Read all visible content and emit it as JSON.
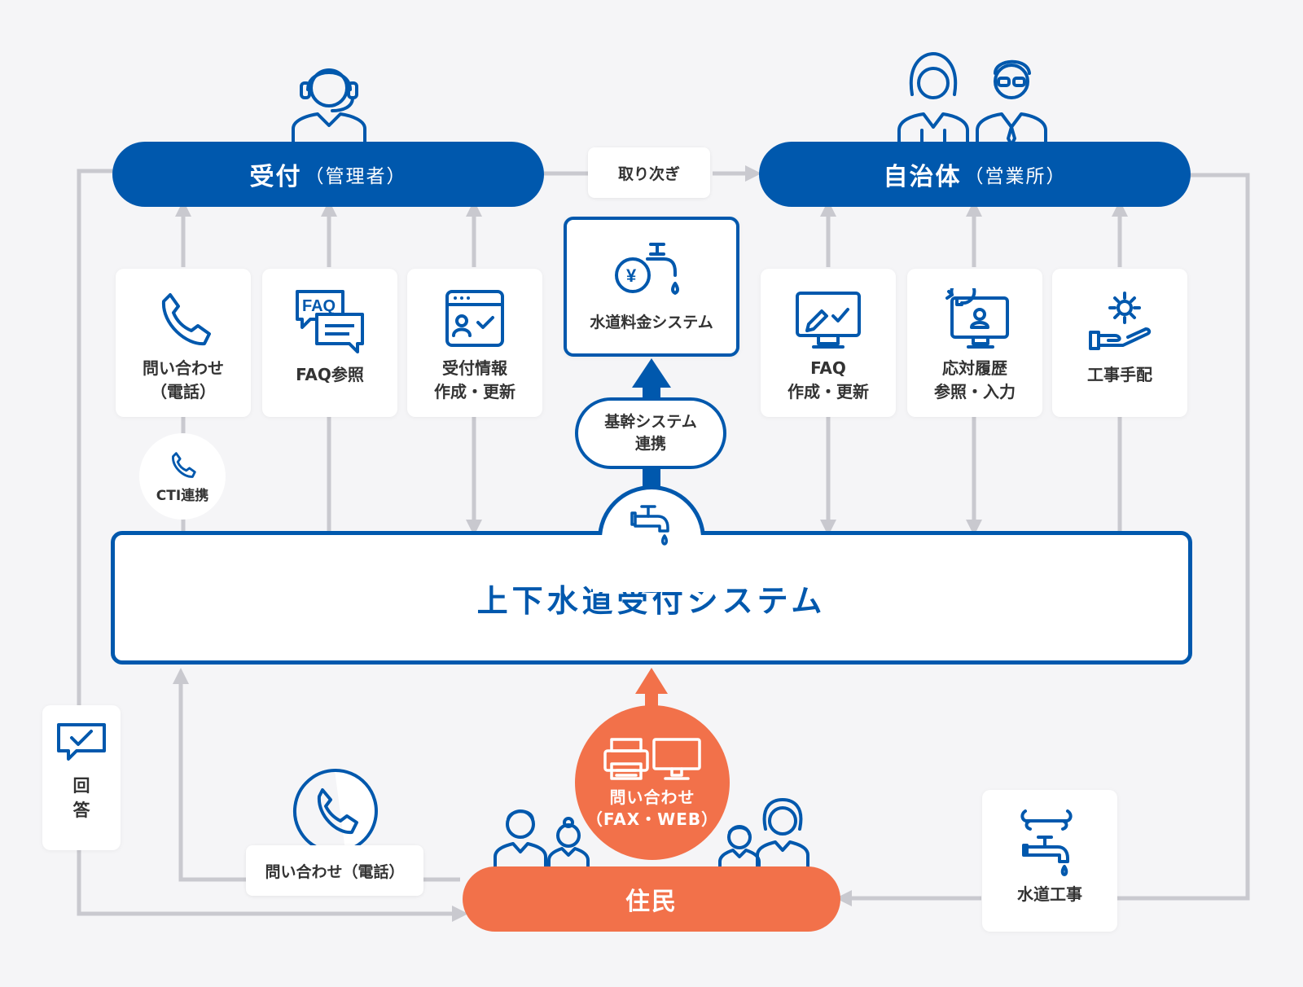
{
  "nodes": {
    "reception": {
      "main": "受付",
      "sub": "（管理者）"
    },
    "municipality": {
      "main": "自治体",
      "sub": "（営業所）"
    },
    "forward": "取り次ぎ",
    "billing": "水道料金システム",
    "core_link": "基幹システム\n連携",
    "main_system": "上下水道受付システム",
    "cti": "CTI連携",
    "residents": "住民",
    "fax_web": "問い合わせ\n（FAX・WEB）",
    "phone_inquiry": "問い合わせ（電話）",
    "answer": "回\n答",
    "water_works": "水道工事"
  },
  "reception_cards": [
    {
      "label": "問い合わせ\n（電話）",
      "icon": "phone-icon"
    },
    {
      "label": "FAQ参照",
      "icon": "faq-chat-icon"
    },
    {
      "label": "受付情報\n作成・更新",
      "icon": "browser-form-icon"
    }
  ],
  "municipality_cards": [
    {
      "label": "FAQ\n作成・更新",
      "icon": "monitor-edit-icon"
    },
    {
      "label": "応対履歴\n参照・入力",
      "icon": "monitor-history-icon"
    },
    {
      "label": "工事手配",
      "icon": "gear-hand-icon"
    }
  ],
  "colors": {
    "primary": "#0058ad",
    "accent": "#f2714a",
    "line": "#c9c9cf",
    "background": "#f5f5f7"
  }
}
